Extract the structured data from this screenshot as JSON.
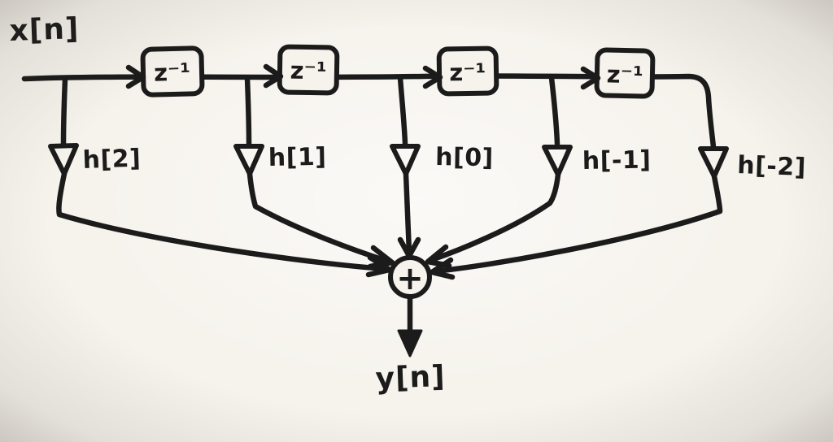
{
  "theme": {
    "ink": "#1b1b1b",
    "paper": "#f6f3ed"
  },
  "diagram": {
    "input_label": "x[n]",
    "output_label": "y[n]",
    "delay_label": "z⁻¹",
    "tap_labels": [
      "h[2]",
      "h[1]",
      "h[0]",
      "h[-1]",
      "h[-2]"
    ],
    "sum_symbol": "+"
  }
}
